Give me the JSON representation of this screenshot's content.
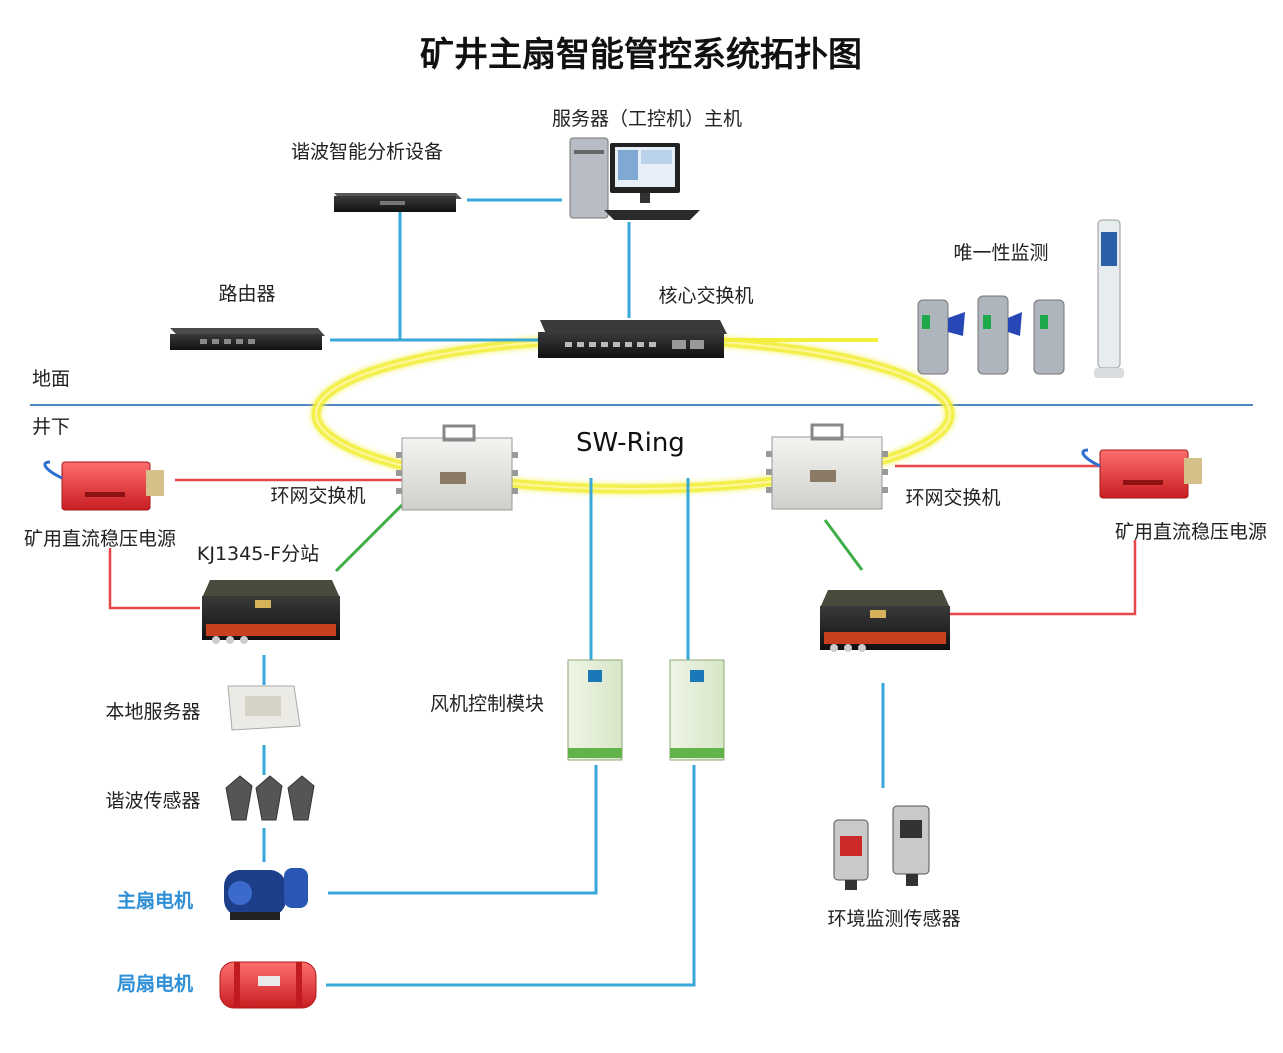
{
  "title": "矿井主扇智能管控系统拓扑图",
  "zones": {
    "ground": "地面",
    "underground": "井下"
  },
  "devices": {
    "server": "服务器（工控机）主机",
    "harmonic_analyzer": "谐波智能分析设备",
    "router": "路由器",
    "core_switch": "核心交换机",
    "uniqueness": "唯一性监测",
    "ring": "SW-Ring",
    "ring_switch_left": "环网交换机",
    "ring_switch_right": "环网交换机",
    "psu_left": "矿用直流稳压电源",
    "psu_right": "矿用直流稳压电源",
    "substation": "KJ1345-F分站",
    "local_server": "本地服务器",
    "harmonic_sensor": "谐波传感器",
    "main_fan_motor": "主扇电机",
    "local_fan_motor": "局扇电机",
    "fan_control": "风机控制模块",
    "env_sensor": "环境监测传感器"
  },
  "colors": {
    "ring": "#f2ef3a",
    "ethernet": "#3aa7d9",
    "power": "#e8474a",
    "wireless": "#3fae49",
    "divider": "#4e86c0",
    "accent_label": "#2f8fd6"
  }
}
